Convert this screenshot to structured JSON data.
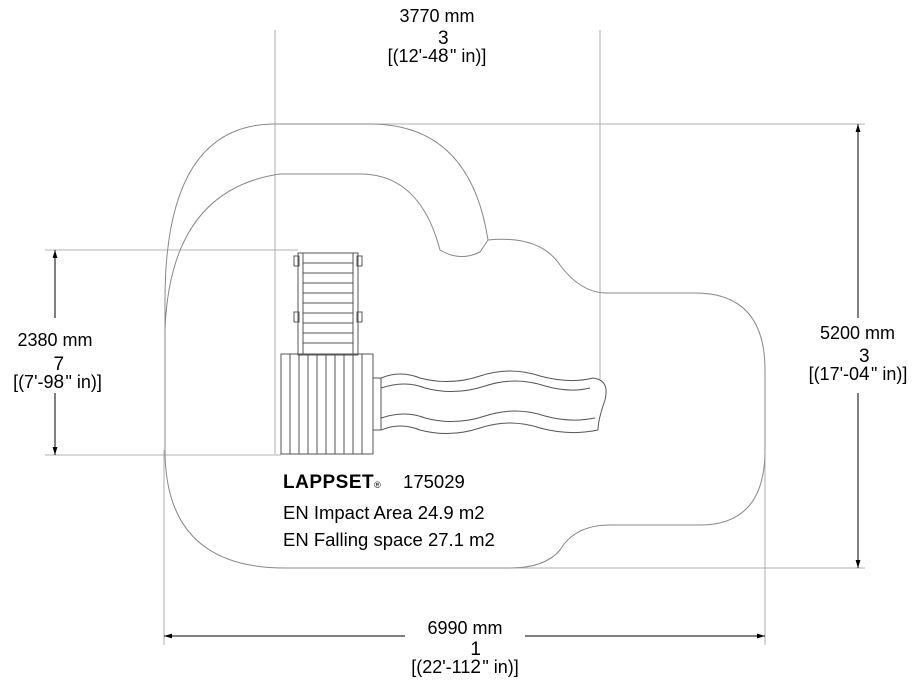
{
  "brand": {
    "name": "LAPPSET",
    "mark": "®",
    "product_code": "175029"
  },
  "areas": {
    "impact": "EN Impact Area 24.9 m2",
    "falling": "EN Falling space 27.1 m2"
  },
  "dimensions": {
    "top": {
      "metric": "3770 mm",
      "imperial_pre": "[(12'-4",
      "num": "3",
      "den": "8",
      "imperial_post": "\" in)]"
    },
    "left": {
      "metric": "2380 mm",
      "imperial_pre": "[(7'-9",
      "num": "7",
      "den": "8",
      "imperial_post": "\" in)]"
    },
    "right": {
      "metric": "5200 mm",
      "imperial_pre": "[(17'-0",
      "num": "3",
      "den": "4",
      "imperial_post": "\" in)]"
    },
    "bottom": {
      "metric": "6990 mm",
      "imperial_pre": "[(22'-11",
      "num": "1",
      "den": "2",
      "imperial_post": "\" in)]"
    }
  },
  "colors": {
    "line": "#000000",
    "background": "#ffffff"
  }
}
